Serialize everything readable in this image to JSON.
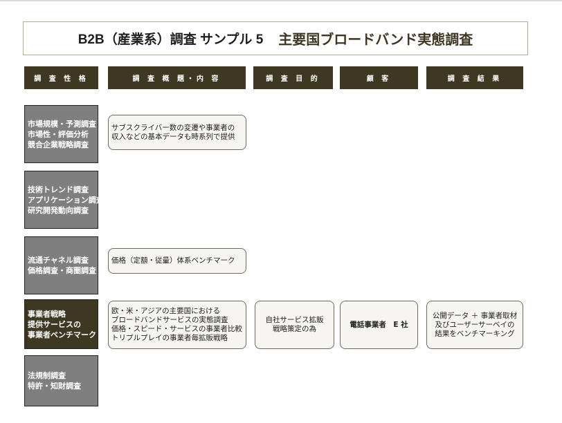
{
  "title": {
    "main": "B2B（産業系）調査 サンプル 5",
    "subject": "主要国ブロードバンド実態調査"
  },
  "headers": [
    "調 査 性 格",
    "調 査 概 題・内 容",
    "調 査 目 的",
    "顧 客",
    "調 査 結 果"
  ],
  "categories": [
    {
      "lines": [
        "市場規模・予測調査",
        "市場性・評価分析",
        "競合企業戦略調査"
      ]
    },
    {
      "lines": [
        "技術トレンド調査",
        "アプリケーション調査",
        "研究開発動向調査"
      ]
    },
    {
      "lines": [
        "流通チャネル調査",
        "価格調査・商圏調査"
      ]
    },
    {
      "lines": [
        "事業者戦略",
        "提供サービスの",
        "事業者ベンチマーク"
      ]
    },
    {
      "lines": [
        "法規制調査",
        "特許・知財調査"
      ]
    }
  ],
  "cells": {
    "market_content": [
      "サブスクライバー数の変遷や事業者の",
      "収入などの基本データも時系列で提供"
    ],
    "channel_content": [
      "価格（定額・従量）体系ベンチマーク"
    ],
    "strategy_content": [
      "欧・米・アジアの主要国における",
      "ブロードバンドサービスの実態調査",
      "価格・スピード・サービスの事業者比較",
      "トリプルプレイの事業者毎拡販戦略"
    ],
    "strategy_purpose": [
      "自社サービス拡販",
      "戦略策定の為"
    ],
    "strategy_client": [
      "電話事業者　E 社"
    ],
    "strategy_result": [
      "公開データ ＋ 事業者取材",
      "及びユーザーサーベイの",
      "結果をベンチマーキング"
    ]
  }
}
